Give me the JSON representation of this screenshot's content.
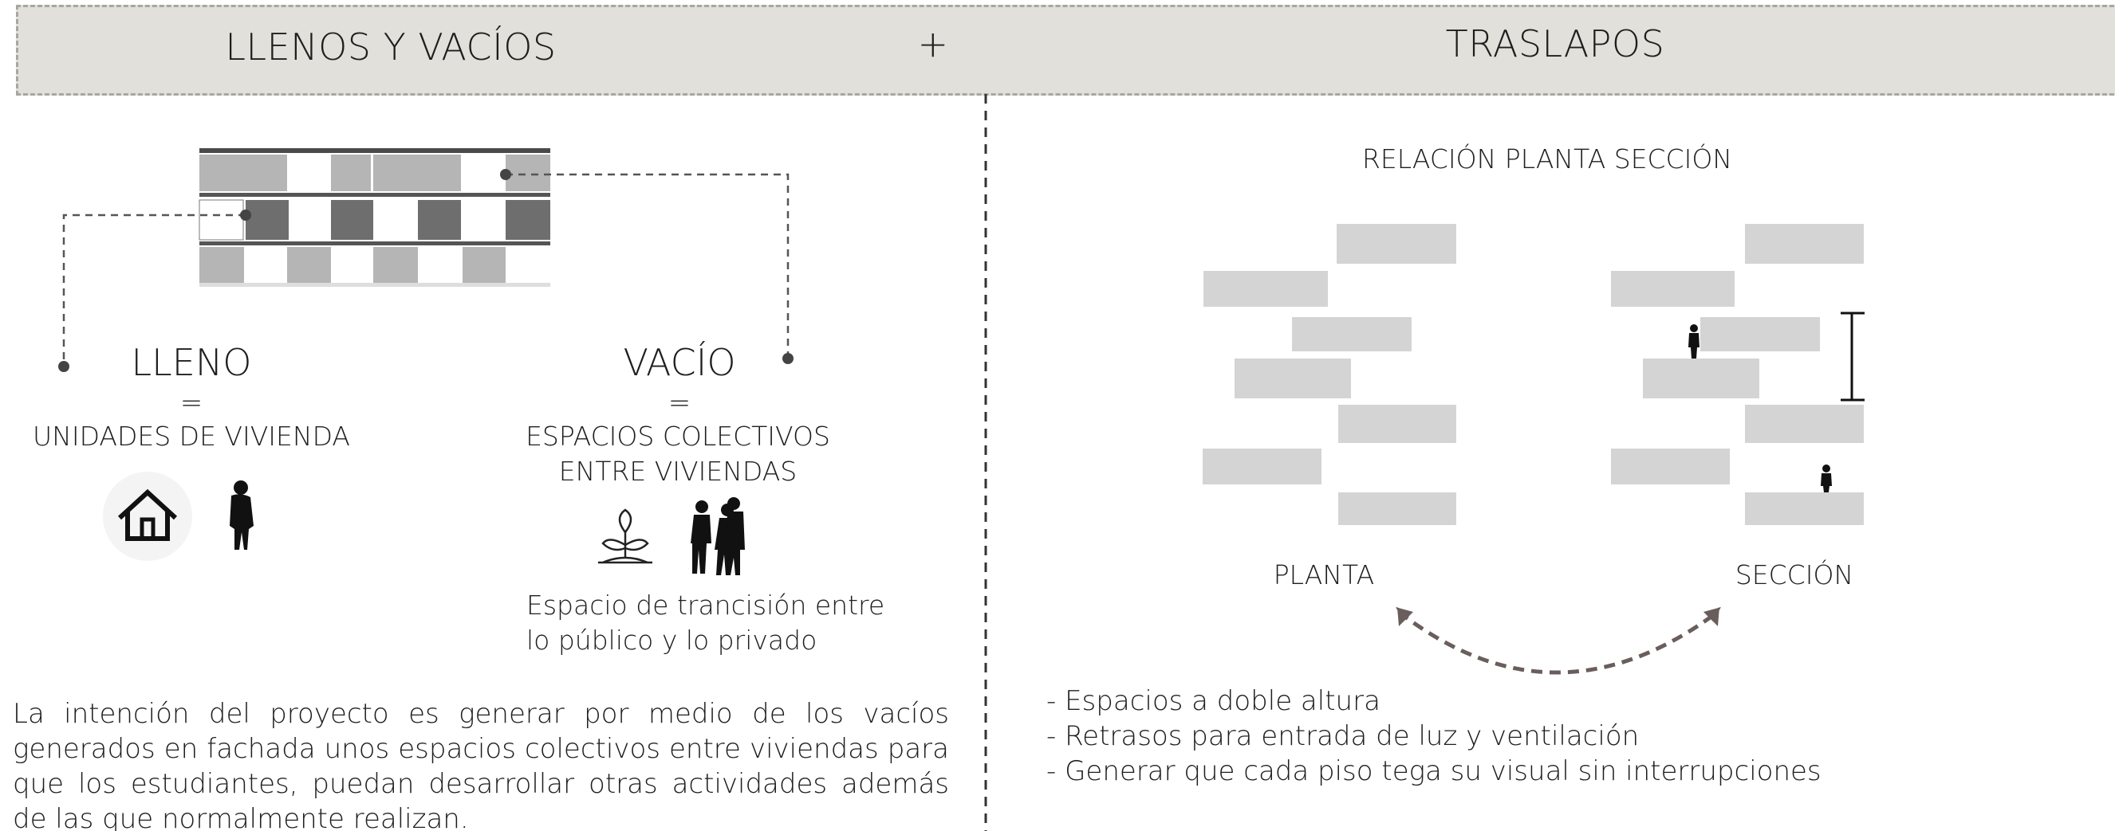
{
  "header": {
    "left_title": "LLENOS Y VACÍOS",
    "plus": "+",
    "right_title": "TRASLAPOS"
  },
  "left": {
    "lleno": {
      "title": "LLENO",
      "equals": "=",
      "desc": "UNIDADES DE VIVIENDA",
      "icons": [
        "house-icon",
        "person-icon"
      ]
    },
    "vacio": {
      "title": "VACÍO",
      "equals": "=",
      "desc_line1": "ESPACIOS COLECTIVOS",
      "desc_line2": "ENTRE VIVIENDAS",
      "icons": [
        "plant-icon",
        "group-people-icon"
      ],
      "note_line1": "Espacio de trancisión entre",
      "note_line2": "lo público y lo privado"
    },
    "paragraph": "La intención del proyecto es generar por medio de los vacíos generados en fachada unos espacios colectivos entre viviendas para que los estudiantes, puedan desarrollar otras actividades además de las que normalmente realizan."
  },
  "right": {
    "subtitle": "RELACIÓN PLANTA SECCIÓN",
    "planta_label": "PLANTA",
    "seccion_label": "SECCIÓN",
    "bullets": [
      "- Espacios a doble altura",
      "- Retrasos para entrada de luz y ventilación",
      "- Generar que cada  piso tega su visual sin interrupciones"
    ]
  },
  "colors": {
    "header_bg": "#e1e0da",
    "block_gray": "#d4d4d4",
    "facade_dark": "#6e6e6e",
    "facade_mid": "#b5b5b5",
    "arrow_brown": "#6a5e5c"
  }
}
